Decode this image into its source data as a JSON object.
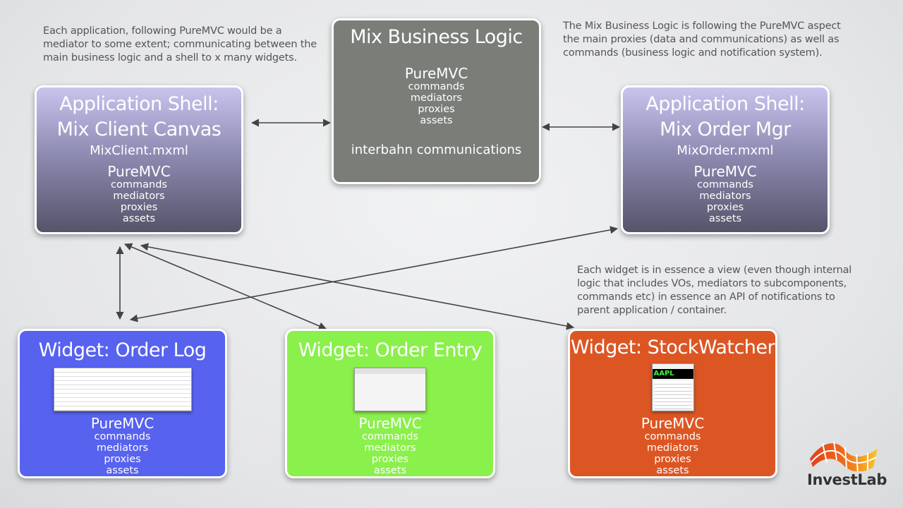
{
  "notes": {
    "top_left": "Each application, following PureMVC would be a mediator to some extent; communicating between the main business logic and a shell to x many widgets.",
    "top_right": "The Mix Business Logic is following the PureMVC aspect the main proxies (data and communications) as well as commands (business logic and notification system).",
    "widgets": "Each widget is in essence a view (even though internal logic that includes VOs, mediators to subcomponents, commands etc) in essence an API of notifications to parent application / container."
  },
  "business_logic": {
    "title": "Mix Business Logic",
    "framework": "PureMVC",
    "items": [
      "commands",
      "mediators",
      "proxies",
      "assets"
    ],
    "footer": "interbahn communications",
    "color": "#7a7d78"
  },
  "left_shell": {
    "title_line1": "Application Shell:",
    "title_line2": "Mix Client Canvas",
    "file": "MixClient.mxml",
    "framework": "PureMVC",
    "items": [
      "commands",
      "mediators",
      "proxies",
      "assets"
    ]
  },
  "right_shell": {
    "title_line1": "Application Shell:",
    "title_line2": "Mix Order Mgr",
    "file": "MixOrder.mxml",
    "framework": "PureMVC",
    "items": [
      "commands",
      "mediators",
      "proxies",
      "assets"
    ]
  },
  "widgets": [
    {
      "title": "Widget: Order Log",
      "framework": "PureMVC",
      "items": [
        "commands",
        "mediators",
        "proxies",
        "assets"
      ],
      "color": "#5762ef"
    },
    {
      "title": "Widget: Order Entry",
      "framework": "PureMVC",
      "items": [
        "commands",
        "mediators",
        "proxies",
        "assets"
      ],
      "color": "#8af04c"
    },
    {
      "title": "Widget: StockWatcher",
      "framework": "PureMVC",
      "items": [
        "commands",
        "mediators",
        "proxies",
        "assets"
      ],
      "color": "#dc5624",
      "thumb_symbol": "AAPL"
    }
  ],
  "logo": {
    "text": "InvestLab"
  }
}
